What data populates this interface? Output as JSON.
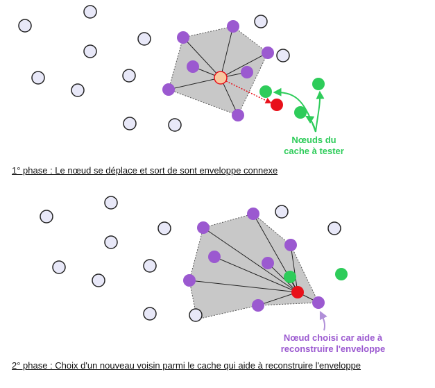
{
  "phase1": {
    "caption": "1° phase : Le nœud se déplace et sort de sont enveloppe connexe",
    "annotation_line1": "Nœuds du",
    "annotation_line2": "cache à tester"
  },
  "phase2": {
    "caption": "2° phase : Choix d'un nouveau voisin parmi le cache qui aide à reconstruire l'enveloppe",
    "annotation_line1": "Nœud choisi car aide à",
    "annotation_line2": "reconstruire l'enveloppe"
  },
  "colors": {
    "idle_node": "#e8e8f8",
    "neighbor_node": "#9b59d0",
    "cache_node": "#2ecc5a",
    "moving_node": "#e8101a",
    "origin_node": "#f8c8a0",
    "hull_fill": "#c8c8c8"
  }
}
